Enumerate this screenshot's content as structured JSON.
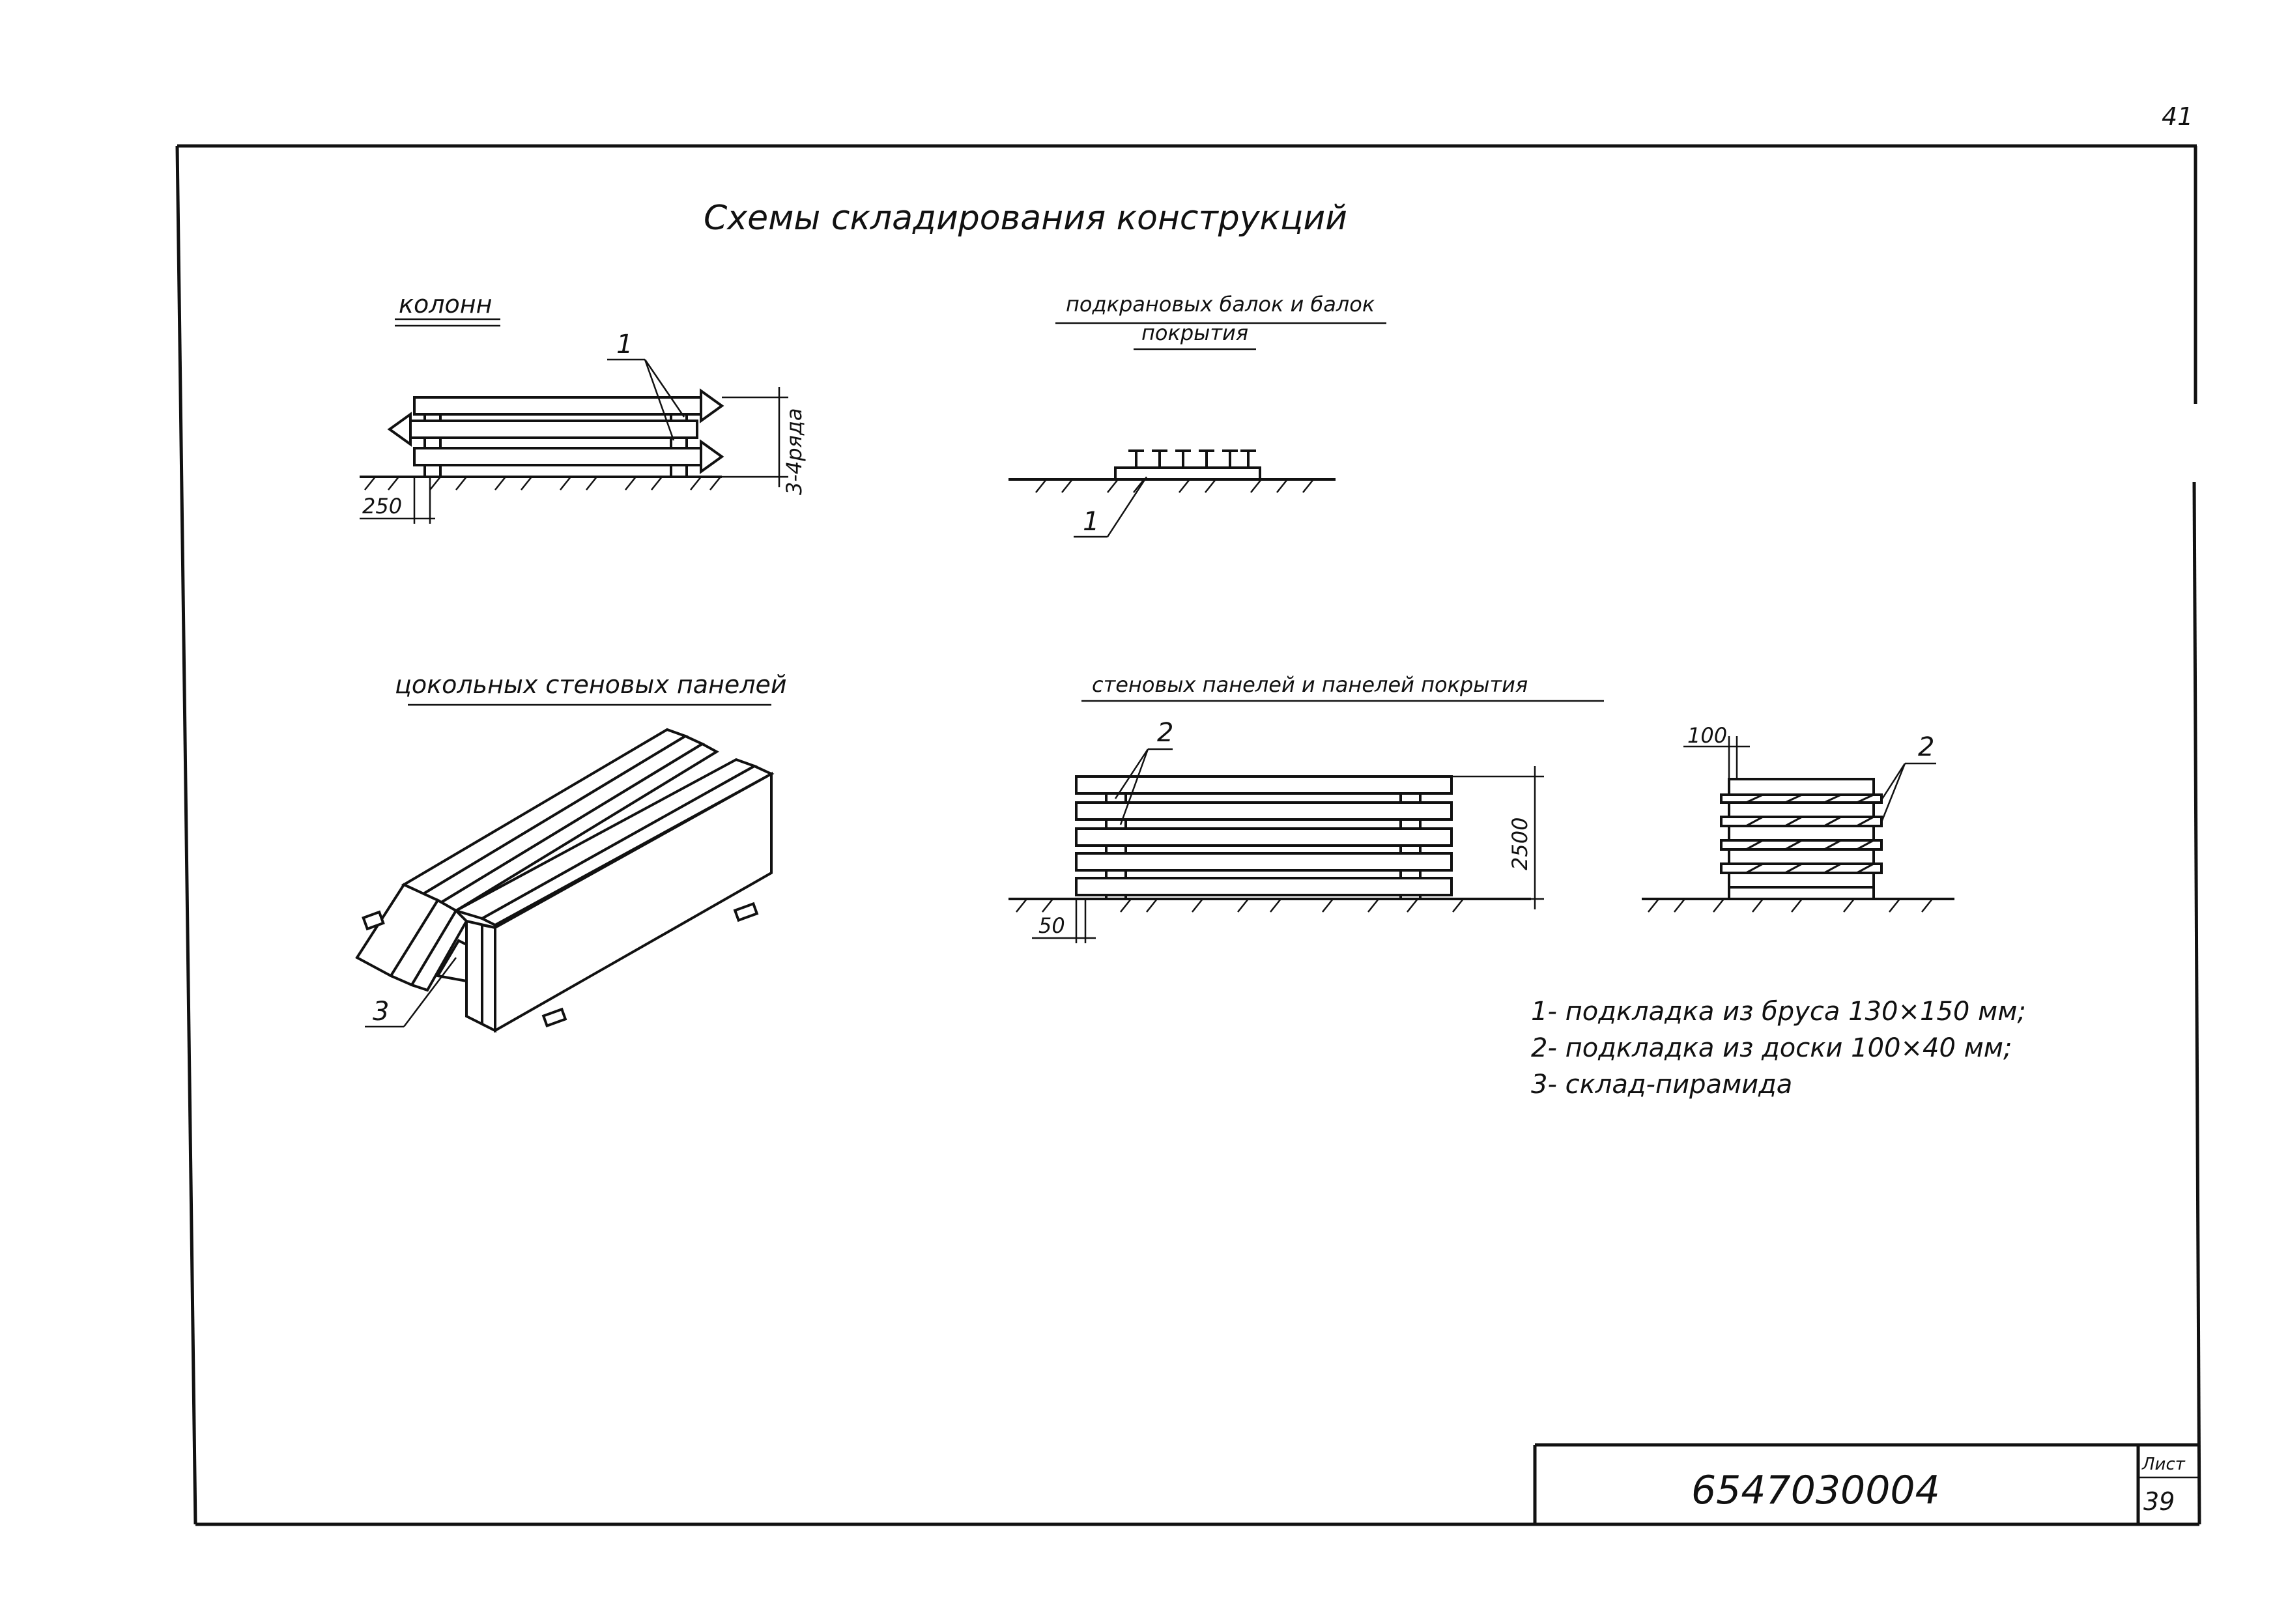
{
  "corner_page_number": "41",
  "title": "Схемы складирования конструкций",
  "sections": {
    "columns": {
      "heading": "колонн",
      "height_label": "3-4ряда",
      "offset_label": "250",
      "callout": "1"
    },
    "beams": {
      "heading_line1": "подкрановых балок и балок",
      "heading_line2": "покрытия",
      "callout": "1"
    },
    "plinth_panels": {
      "heading": "цокольных стеновых панелей",
      "callout": "3"
    },
    "wall_panels": {
      "heading": "стеновых панелей и панелей покрытия",
      "height_label": "2500",
      "offset_label": "50",
      "callout_left": "2",
      "callout_right": "2",
      "board_width_label": "100"
    }
  },
  "legend": [
    "1- подкладка из бруса 130×150 мм;",
    "2- подкладка из доски 100×40 мм;",
    "3- склад-пирамида"
  ],
  "title_block": {
    "doc_code": "6547030004",
    "sheet_label": "Лист",
    "sheet_number": "39"
  }
}
